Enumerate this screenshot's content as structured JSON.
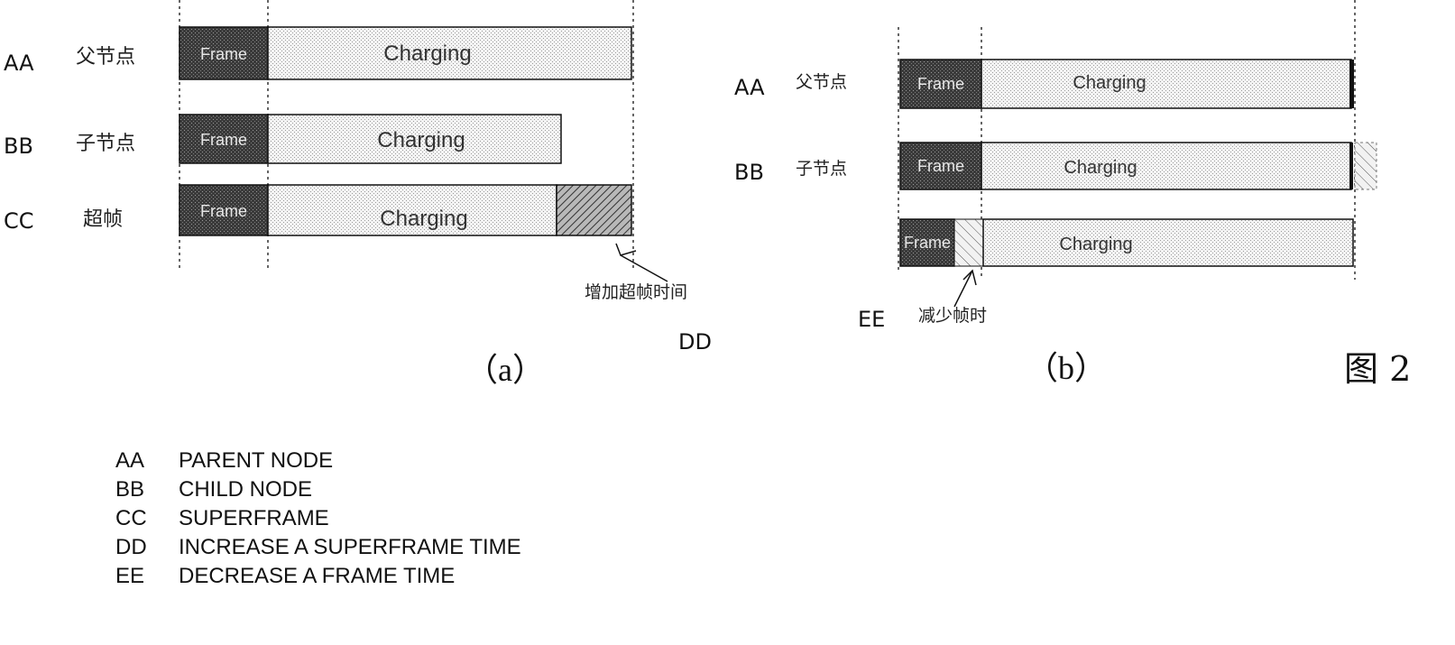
{
  "panel_a": {
    "rows": [
      {
        "code": "AA",
        "cjk": "父节点",
        "frame": "Frame",
        "charging": "Charging"
      },
      {
        "code": "BB",
        "cjk": "子节点",
        "frame": "Frame",
        "charging": "Charging"
      },
      {
        "code": "CC",
        "cjk": "超帧",
        "frame": "Frame",
        "charging": "Charging"
      }
    ],
    "annotation_cjk": "增加超帧时间",
    "annotation_code": "DD",
    "caption": "（a）"
  },
  "panel_b": {
    "rows": [
      {
        "code": "AA",
        "cjk": "父节点",
        "frame": "Frame",
        "charging": "Charging"
      },
      {
        "code": "BB",
        "cjk": "子节点",
        "frame": "Frame",
        "charging": "Charging"
      },
      {
        "code": "",
        "cjk": "",
        "frame": "Frame",
        "charging": "Charging"
      }
    ],
    "annotation_cjk": "减少帧时",
    "annotation_code": "EE",
    "caption": "（b）"
  },
  "figure_number": "图 2",
  "legend": [
    {
      "code": "AA",
      "text": "PARENT NODE"
    },
    {
      "code": "BB",
      "text": "CHILD NODE"
    },
    {
      "code": "CC",
      "text": "SUPERFRAME"
    },
    {
      "code": "DD",
      "text": "INCREASE A SUPERFRAME TIME"
    },
    {
      "code": "EE",
      "text": "DECREASE A FRAME TIME"
    }
  ],
  "colors": {
    "frame_fill": "#4a4a4a",
    "charging_fill": "#dcdcdc",
    "extension_fill": "#8a8a8a",
    "outline": "#111111"
  }
}
